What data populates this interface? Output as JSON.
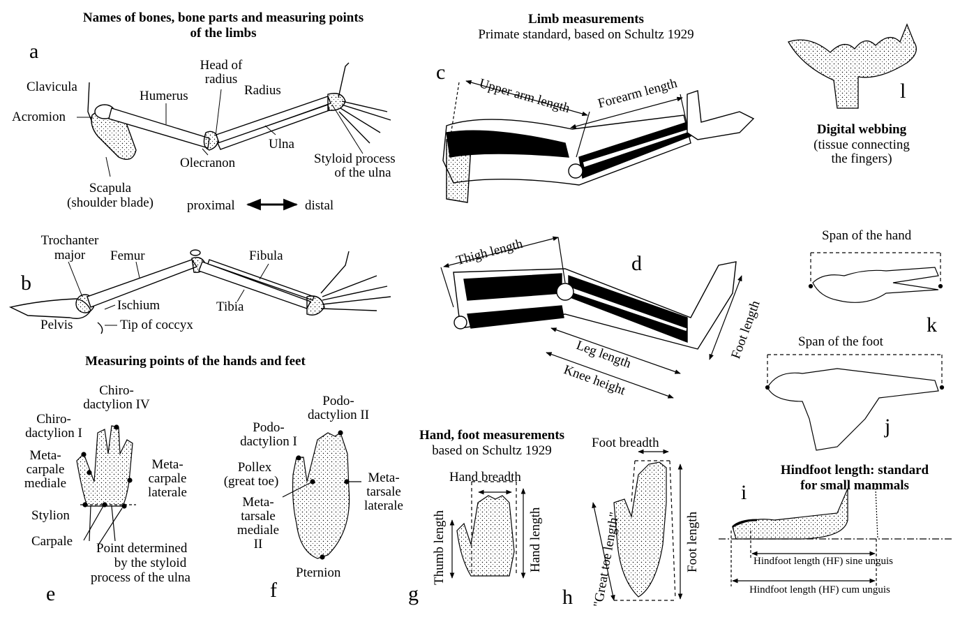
{
  "headings": {
    "names_bones_1": "Names of bones, bone parts and measuring points",
    "names_bones_2": "of the limbs",
    "limb_meas": "Limb measurements",
    "limb_meas_sub": "Primate standard, based on Schultz 1929",
    "hands_feet_points": "Measuring points of the hands and feet",
    "hand_foot_meas": "Hand, foot measurements",
    "hand_foot_sub": "based on Schultz 1929",
    "digital_webbing": "Digital webbing",
    "webbing_sub_1": "(tissue connecting",
    "webbing_sub_2": "the fingers)",
    "hindfoot_1": "Hindfoot length: standard",
    "hindfoot_2": "for small mammals"
  },
  "panels": {
    "a": "a",
    "b": "b",
    "c": "c",
    "d": "d",
    "e": "e",
    "f": "f",
    "g": "g",
    "h": "h",
    "i": "i",
    "j": "j",
    "k": "k",
    "l": "l"
  },
  "arm": {
    "clavicula": "Clavicula",
    "acromion": "Acromion",
    "humerus": "Humerus",
    "head1": "Head of",
    "head2": "radius",
    "radius": "Radius",
    "ulna": "Ulna",
    "olecranon": "Olecranon",
    "styloid1": "Styloid process",
    "styloid2": "of the ulna",
    "scapula1": "Scapula",
    "scapula2": "(shoulder blade)",
    "proximal": "proximal",
    "distal": "distal"
  },
  "leg": {
    "troch1": "Trochanter",
    "troch2": "major",
    "femur": "Femur",
    "fibula": "Fibula",
    "ischium": "Ischium",
    "tibia": "Tibia",
    "pelvis": "Pelvis",
    "coccyx": "Tip of coccyx"
  },
  "limb_measures": {
    "upper_arm": "Upper arm length",
    "forearm": "Forearm length",
    "thigh": "Thigh length",
    "leg_length": "Leg length",
    "knee_height": "Knee height",
    "foot_length": "Foot length"
  },
  "hand_points": {
    "chiro4_1": "Chiro-",
    "chiro4_2": "dactylion IV",
    "chiro1_1": "Chiro-",
    "chiro1_2": "dactylion I",
    "metamed_1": "Meta-",
    "metamed_2": "carpale",
    "metamed_3": "mediale",
    "metalat_1": "Meta-",
    "metalat_2": "carpale",
    "metalat_3": "laterale",
    "stylion": "Stylion",
    "carpale": "Carpale",
    "point1": "Point determined",
    "point2": "by the styloid",
    "point3": "process of the ulna"
  },
  "foot_points": {
    "podo2_1": "Podo-",
    "podo2_2": "dactylion II",
    "podo1_1": "Podo-",
    "podo1_2": "dactylion I",
    "pollex1": "Pollex",
    "pollex2": "(great toe)",
    "mtmed_1": "Meta-",
    "mtmed_2": "tarsale",
    "mtmed_3": "mediale",
    "mtmed_4": "II",
    "mtlat_1": "Meta-",
    "mtlat_2": "tarsale",
    "mtlat_3": "laterale",
    "pternion": "Pternion"
  },
  "hf_measures": {
    "hand_breadth": "Hand breadth",
    "thumb_length": "Thumb length",
    "hand_length": "Hand length",
    "foot_breadth": "Foot breadth",
    "great_toe": "\"Great toe length\"",
    "foot_length": "Foot length"
  },
  "span": {
    "hand": "Span of the hand",
    "foot": "Span of the foot"
  },
  "hindfoot": {
    "sine": "Hindfoot length (HF) sine unguis",
    "cum": "Hindfoot length (HF) cum unguis"
  }
}
